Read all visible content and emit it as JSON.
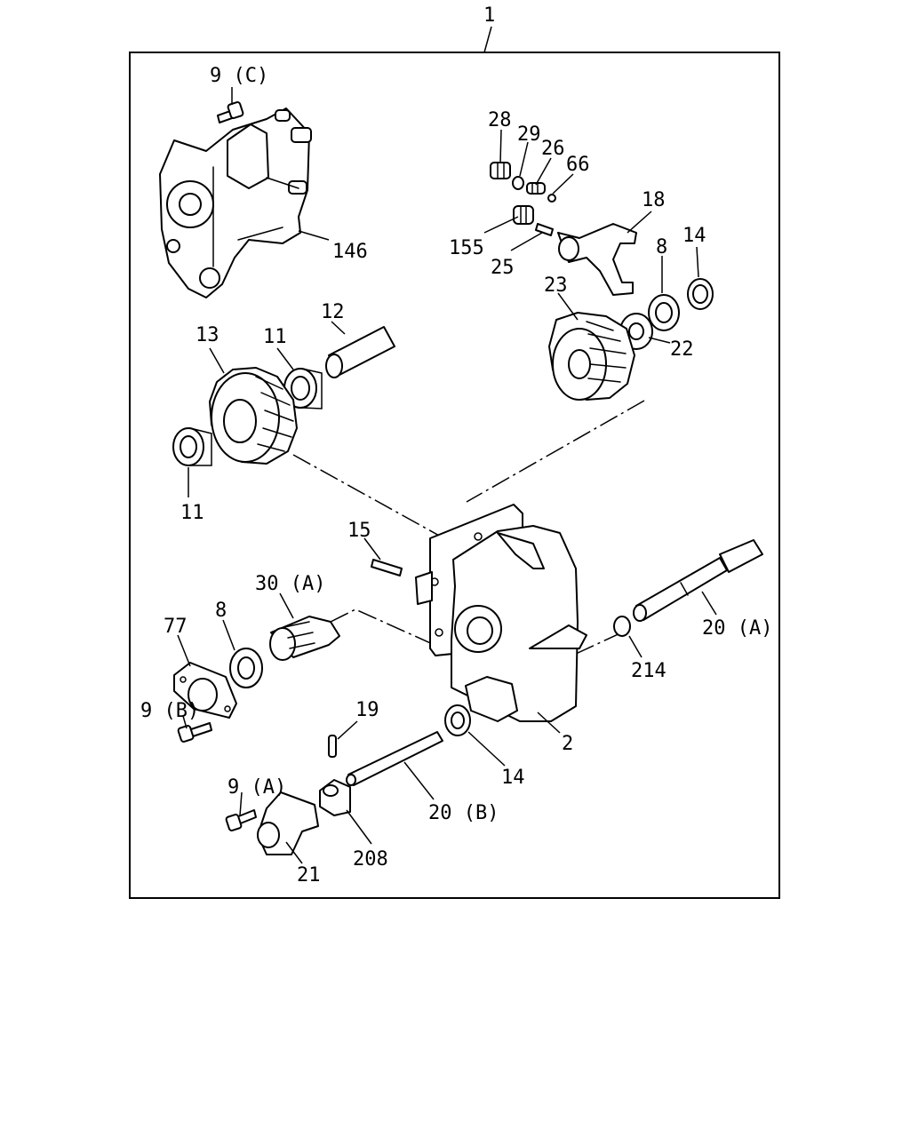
{
  "labels": {
    "assembly": "1",
    "p9c": "9 (C)",
    "p146": "146",
    "p28": "28",
    "p29": "29",
    "p26": "26",
    "p66": "66",
    "p18": "18",
    "p155": "155",
    "p25": "25",
    "p8_top": "8",
    "p14_top": "14",
    "p23": "23",
    "p22": "22",
    "p12": "12",
    "p13": "13",
    "p11_top": "11",
    "p11_bottom": "11",
    "p15": "15",
    "p30a": "30 (A)",
    "p77": "77",
    "p8_mid": "8",
    "p9b": "9 (B)",
    "p20a": "20 (A)",
    "p214": "214",
    "p19": "19",
    "p2": "2",
    "p14_bottom": "14",
    "p9a": "9 (A)",
    "p20b": "20 (B)",
    "p208": "208",
    "p21": "21"
  }
}
